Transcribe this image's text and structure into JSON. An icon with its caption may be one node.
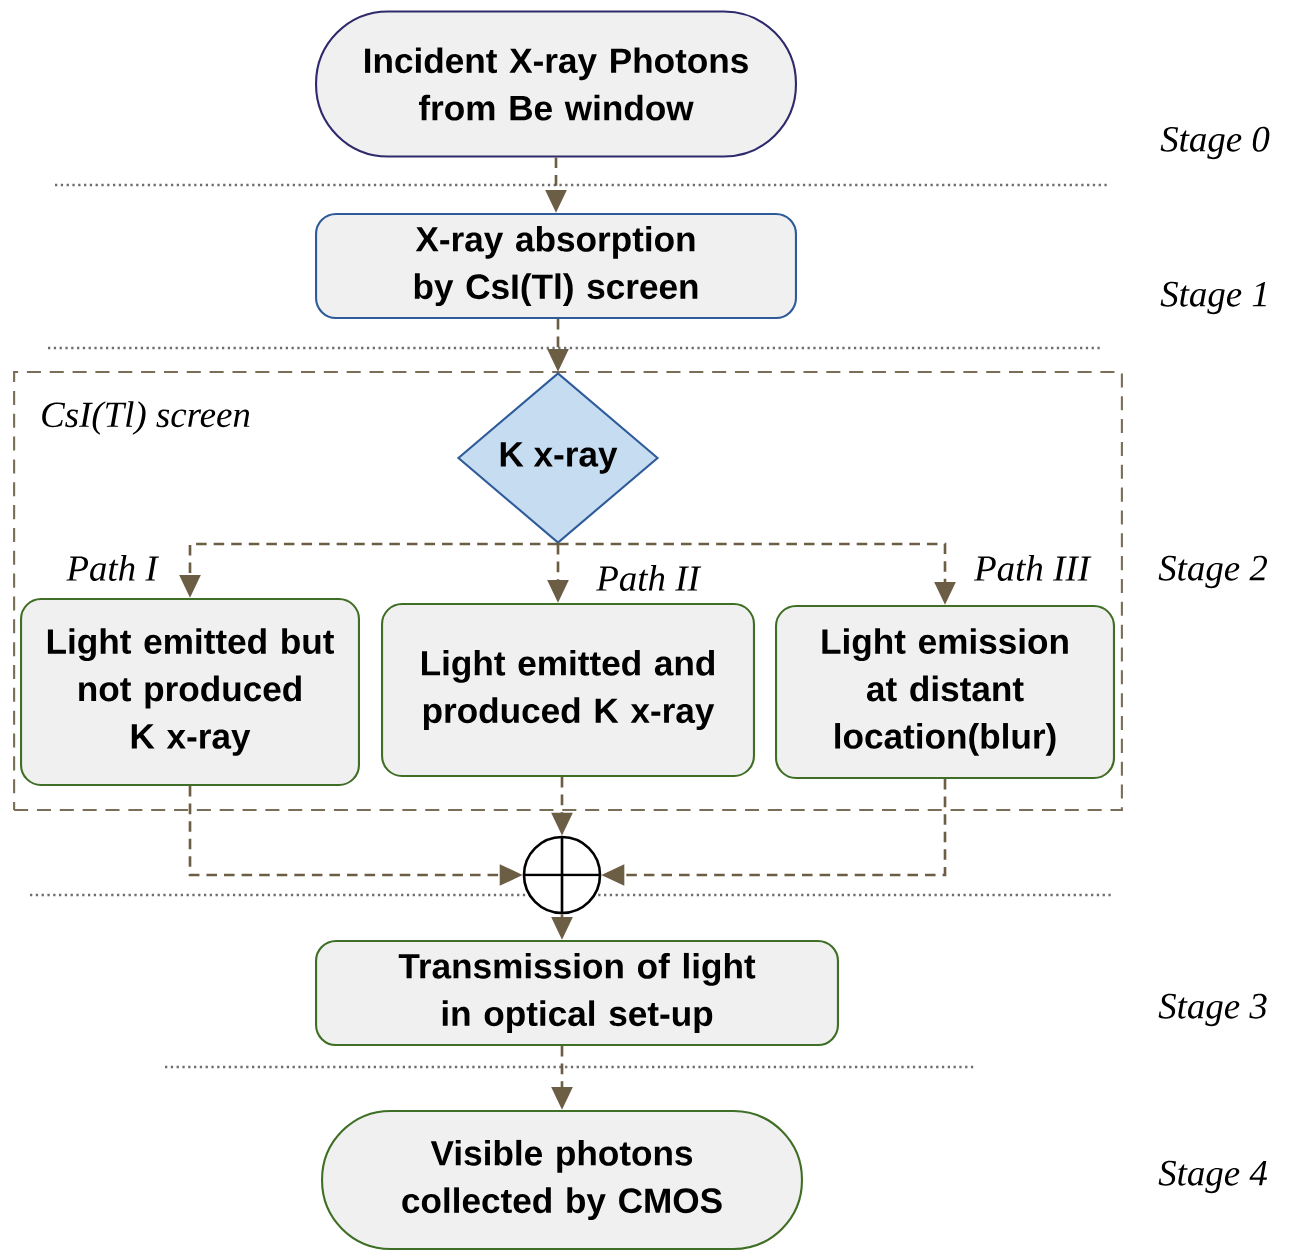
{
  "diagram": {
    "nodes": [
      {
        "text": [
          "Incident X-ray Photons from Be window"
        ]
      },
      {
        "text": [
          "X-ray absorption by CsI(Tl) screen"
        ]
      },
      {
        "text": [
          "CsI(Tl) screen"
        ]
      },
      {
        "text": [
          "K x-ray"
        ],
        "in": 2
      },
      {
        "text": [
          "Light emitted but not produced K x-ray"
        ],
        "in": 2,
        "beside": [
          "Path I"
        ]
      },
      {
        "text": [
          "Light emitted and produced K x-ray"
        ],
        "in": 2,
        "beside": [
          "Path II"
        ]
      },
      {
        "text": [
          "Light emission at distant location(blur)"
        ],
        "in": 2,
        "beside": [
          "Path III"
        ]
      },
      {
        "text": [],
        "shape": "circle"
      },
      {
        "text": [
          "Transmission of light in optical set-up"
        ]
      },
      {
        "text": [
          "Visible photons collected by CMOS"
        ]
      }
    ],
    "edges": [
      {
        "from": 0,
        "to": 1,
        "arrow": "to",
        "style": "dashed"
      },
      {
        "from": 1,
        "to": 3,
        "arrow": "to",
        "style": "dashed"
      },
      {
        "from": 3,
        "to": 4,
        "arrow": "to",
        "style": "dashed"
      },
      {
        "from": 3,
        "to": 5,
        "arrow": "to",
        "style": "dashed"
      },
      {
        "from": 3,
        "to": 6,
        "arrow": "to",
        "style": "dashed"
      },
      {
        "from": 4,
        "to": 7,
        "arrow": "to",
        "style": "dashed"
      },
      {
        "from": 5,
        "to": 7,
        "arrow": "to",
        "style": "dashed"
      },
      {
        "from": 6,
        "to": 7,
        "arrow": "to",
        "style": "dashed"
      },
      {
        "from": 7,
        "to": 8,
        "arrow": "to",
        "style": "dashed"
      },
      {
        "from": 8,
        "to": 9,
        "arrow": "to",
        "style": "dashed"
      }
    ],
    "labels": [
      "Stage 0",
      "Stage 1",
      "Stage 2",
      "Stage 3",
      "Stage 4"
    ]
  }
}
